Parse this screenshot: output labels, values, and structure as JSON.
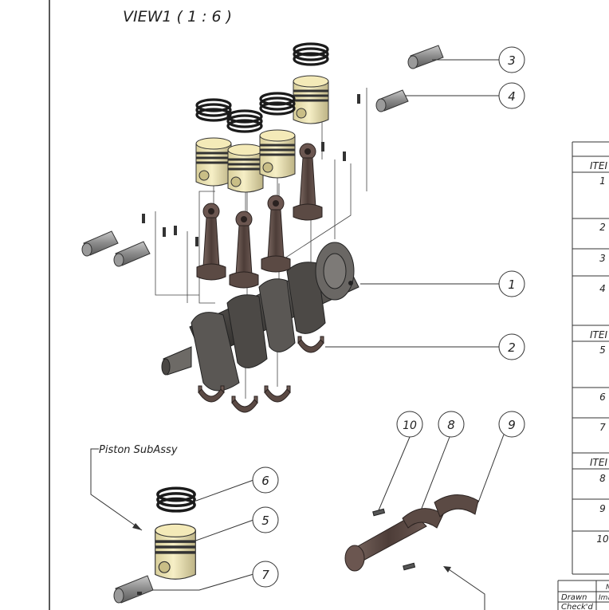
{
  "view_label": "VIEW1 ( 1 : 6 )",
  "subassembly_label": "Piston SubAssy",
  "balloons": [
    {
      "id": "b3",
      "number": "3"
    },
    {
      "id": "b4",
      "number": "4"
    },
    {
      "id": "b1",
      "number": "1"
    },
    {
      "id": "b2",
      "number": "2"
    },
    {
      "id": "b10",
      "number": "10"
    },
    {
      "id": "b8",
      "number": "8"
    },
    {
      "id": "b9",
      "number": "9"
    },
    {
      "id": "b6",
      "number": "6"
    },
    {
      "id": "b5",
      "number": "5"
    },
    {
      "id": "b7",
      "number": "7"
    }
  ],
  "bom_table": {
    "header_fragment": "ITEI",
    "items": [
      "1",
      "2",
      "3",
      "4",
      "5",
      "6",
      "7",
      "8",
      "9",
      "10"
    ]
  },
  "title_block": {
    "top_fragment": "N",
    "drawn_label": "Drawn",
    "drawn_value_fragment": "Ima",
    "checked_label": "Check'd"
  },
  "colors": {
    "piston_fill": "#f1e9b8",
    "metal_dark": "#55524f",
    "rod_brown": "#5b4a44",
    "ring_black": "#1b1b1b",
    "pin_gray": "#8f8f8f"
  }
}
